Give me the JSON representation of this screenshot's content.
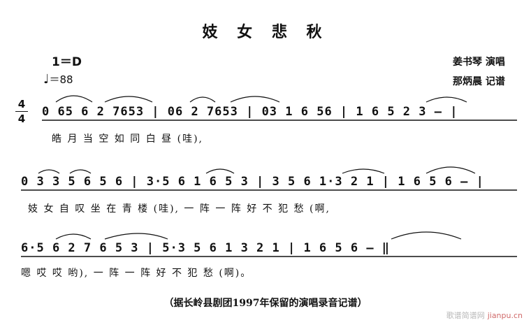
{
  "title": "妓 女 悲 秋",
  "key": "1＝D",
  "tempo": "＝88",
  "tempo_icon": "quarter-note-icon",
  "credits": [
    "姜书琴 演唱",
    "那炳晨 记谱"
  ],
  "time_signature": {
    "top": "4",
    "bottom": "4"
  },
  "staves": [
    {
      "notes": "0 65  6 2  7653  | 06  2 7653  | 03  1 6  56  | 1 6 5 2 3 –  |",
      "lyrics": "皓    月         当    空         如 同 白           昼 (哇),"
    },
    {
      "notes": "0 3 3 5 6 5 6  | 3·5 6  1 6 5 3  | 3 5 6 1·3 2 1  | 1  6  5 6 –  |",
      "lyrics": "妓 女 自 叹     坐 在 青 楼 (哇),   一 阵 一 阵 好 不 犯 愁 (啊,"
    },
    {
      "notes": "6·5  6 2  7 6 5 3  | 5·3 5 6 1 3 2 1  | 1  6   5  6  –  ‖",
      "lyrics": "嗯 哎 哎   哟),        一 阵 一 阵 好 不 犯      愁 (啊)。"
    }
  ],
  "footnote": "（据长岭县剧团1997年保留的演唱录音记谱）",
  "watermark": {
    "site": "歌谱简谱网",
    "url": "jianpu.cn"
  }
}
